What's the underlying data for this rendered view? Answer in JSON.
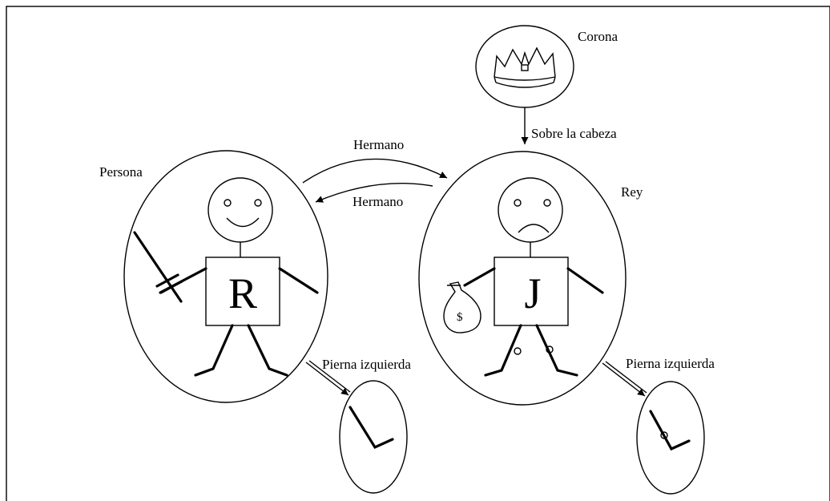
{
  "labels": {
    "corona": "Corona",
    "sobre_la_cabeza": "Sobre la cabeza",
    "hermano_1": "Hermano",
    "hermano_2": "Hermano",
    "persona": "Persona",
    "rey": "Rey",
    "pierna_izq_1": "Pierna izquierda",
    "pierna_izq_2": "Pierna izquierda",
    "letter_r": "R",
    "letter_j": "J",
    "dollar": "$"
  }
}
